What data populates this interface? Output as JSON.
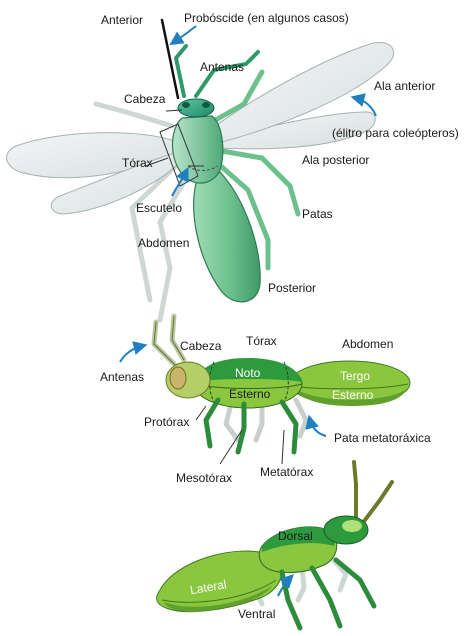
{
  "colors": {
    "arrow": "#1f7fbf",
    "body_green": "#7cc79a",
    "body_dark": "#2f8a5c",
    "wing_fill": "#e9eeee",
    "wing_stroke": "#a8b2b2",
    "side_dark": "#2e9a3e",
    "side_light": "#8bc63f",
    "side_legs": "#2c8c3c",
    "ventral_fill": "#8dc63f",
    "ventral_dark": "#5aa12c"
  },
  "top_view": {
    "anterior": "Anterior",
    "proboscis": "Probóscide (en algunos casos)",
    "antennae": "Antenas",
    "head": "Cabeza",
    "forewing": "Ala anterior",
    "elytra_note": "(élitro para coleópteros)",
    "thorax": "Tórax",
    "hindwing": "Ala posterior",
    "scutellum": "Escutelo",
    "legs": "Patas",
    "abdomen": "Abdomen",
    "posterior": "Posterior"
  },
  "side_view": {
    "antennae": "Antenas",
    "head": "Cabeza",
    "thorax": "Tórax",
    "abdomen": "Abdomen",
    "notum": "Noto",
    "sternum_thorax": "Esterno",
    "tergum": "Tergo",
    "sternum_abdomen": "Esterno",
    "prothorax": "Protórax",
    "hind_leg": "Pata metatoráxica",
    "mesothorax": "Mesotórax",
    "metathorax": "Metatórax"
  },
  "oblique_view": {
    "dorsal": "Dorsal",
    "lateral": "Lateral",
    "ventral": "Ventral"
  }
}
